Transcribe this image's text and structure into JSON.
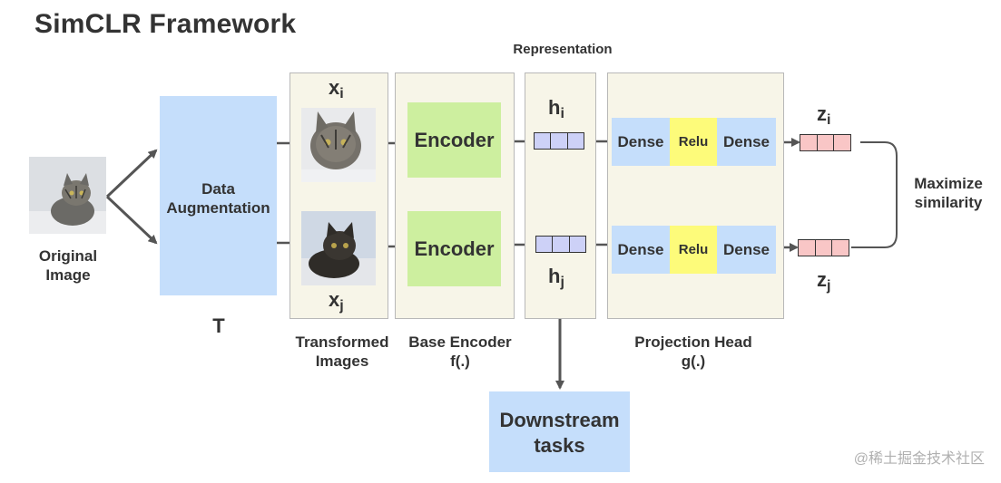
{
  "title": "SimCLR Framework",
  "labels": {
    "original_image": "Original\nImage",
    "data_augmentation": "Data\nAugmentation",
    "t": "T",
    "representation": "Representation",
    "transformed_images": "Transformed\nImages",
    "base_encoder": "Base Encoder\nf(.)",
    "projection_head": "Projection Head\ng(.)",
    "maximize_similarity": "Maximize\nsimilarity",
    "downstream_tasks": "Downstream\ntasks"
  },
  "vars": {
    "x": "x",
    "i": "i",
    "j": "j",
    "h": "h",
    "z": "z"
  },
  "encoder": "Encoder",
  "dense": "Dense",
  "relu": "Relu",
  "watermark": "@稀土掘金技术社区"
}
